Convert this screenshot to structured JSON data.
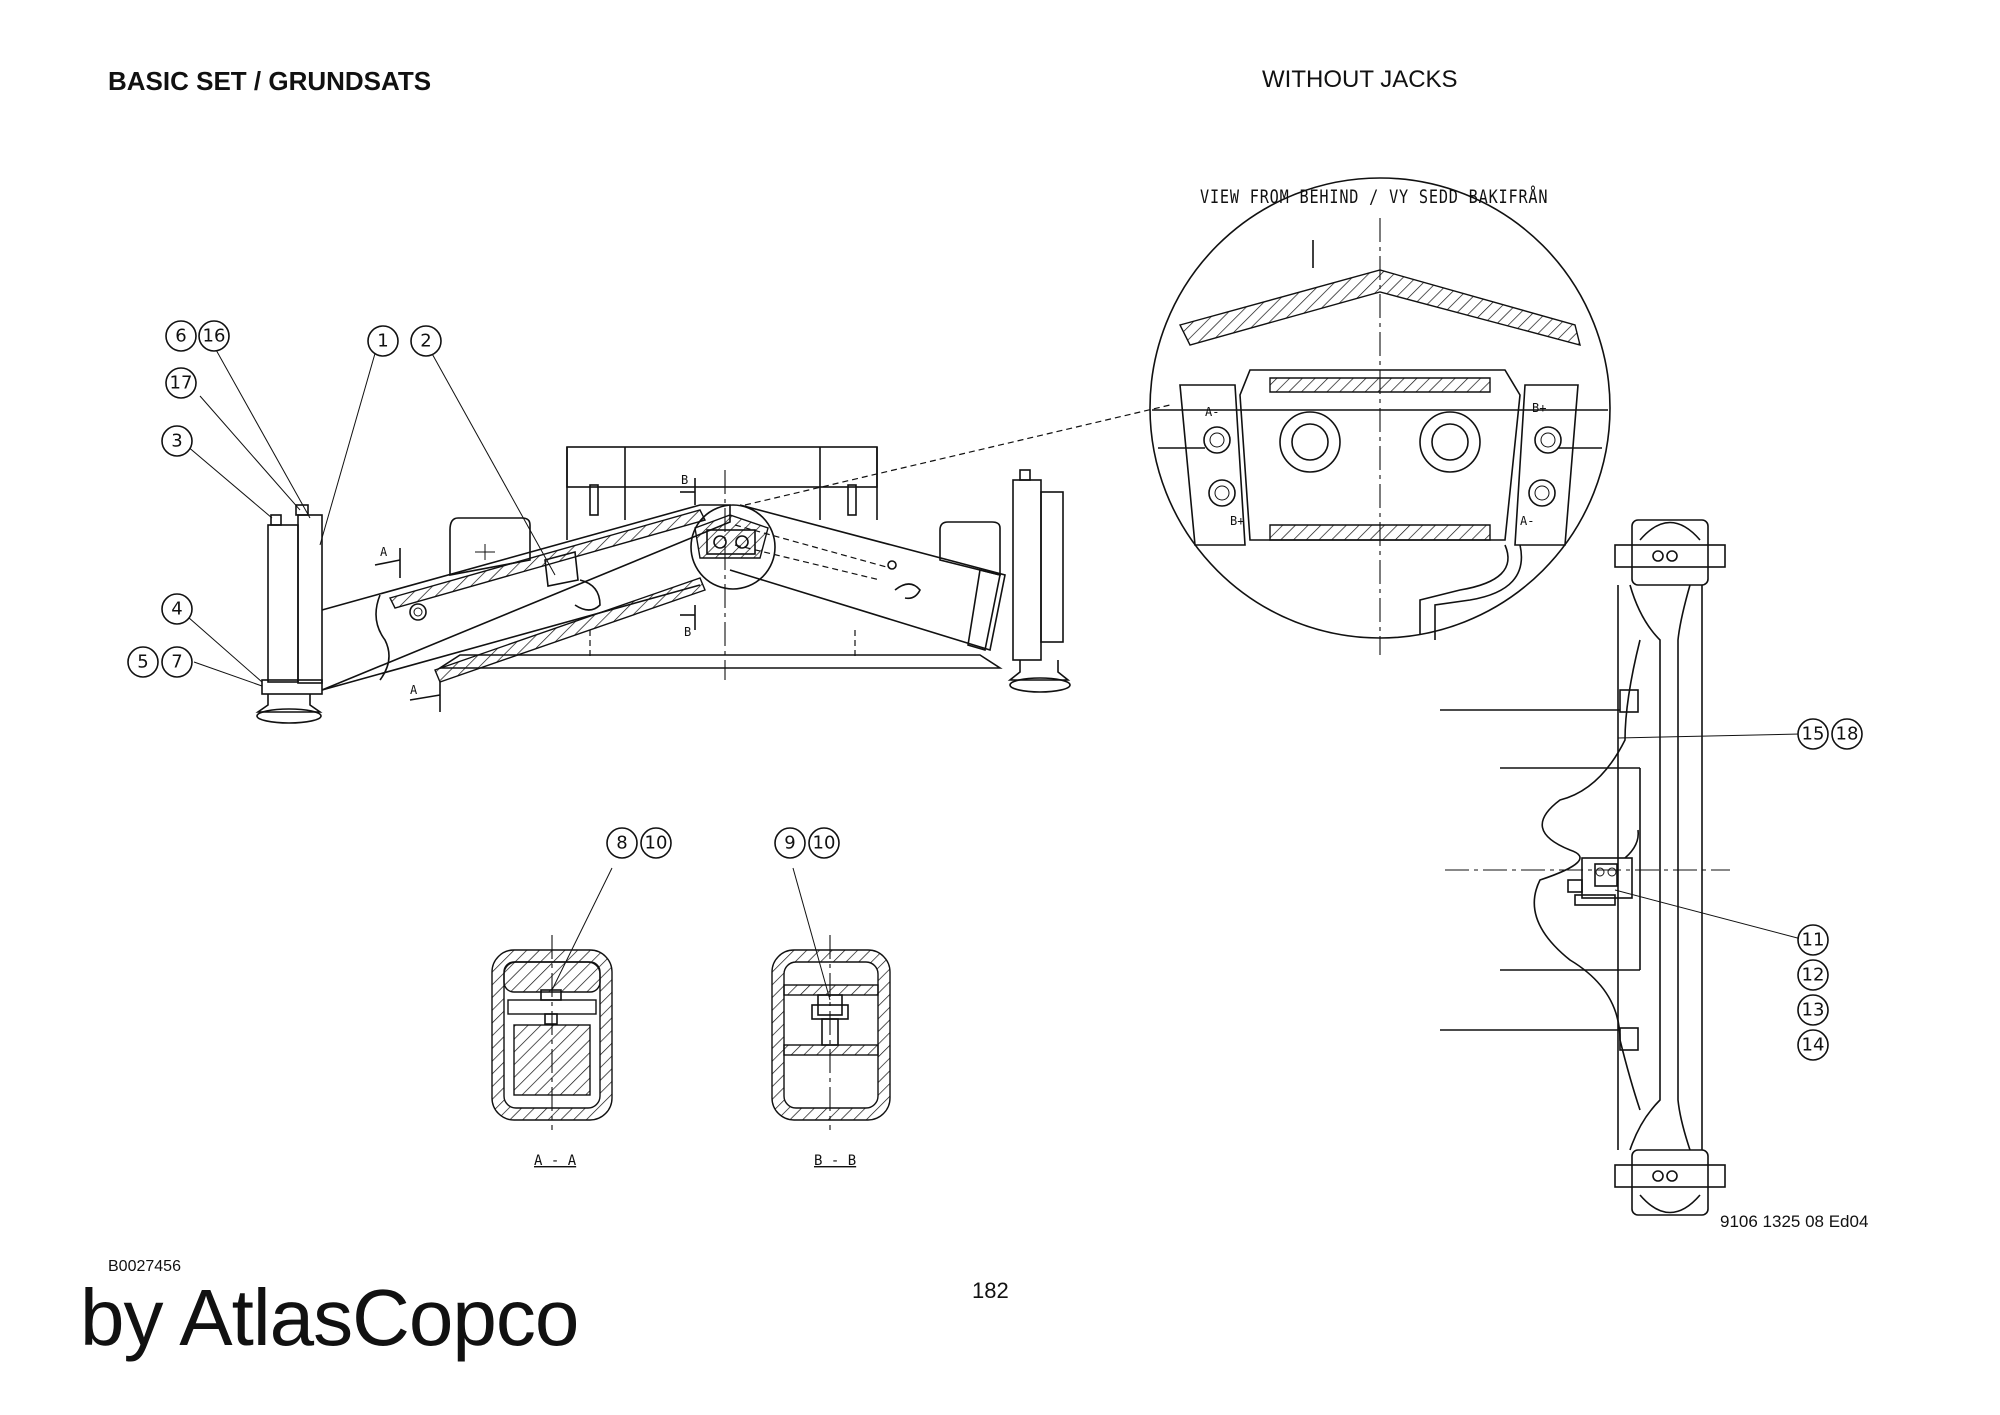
{
  "header": {
    "title_left": "BASIC SET / GRUNDSATS",
    "title_right": "WITHOUT JACKS"
  },
  "detail_view": {
    "label": "VIEW FROM BEHIND / VY SEDD BAKIFRÅN",
    "port_labels": [
      "A-",
      "B+",
      "B+",
      "A-"
    ]
  },
  "section_markers": {
    "a": "A",
    "b": "B"
  },
  "sections": [
    {
      "label": "A - A"
    },
    {
      "label": "B - B"
    }
  ],
  "callouts": [
    "6",
    "16",
    "17",
    "3",
    "1",
    "2",
    "4",
    "5",
    "7",
    "8",
    "10",
    "9",
    "10",
    "15",
    "18",
    "11",
    "12",
    "13",
    "14"
  ],
  "footer": {
    "doc_number": "9106 1325 08 Ed04",
    "b_code": "B0027456",
    "page_number": "182",
    "brand": "by AtlasCopco"
  }
}
